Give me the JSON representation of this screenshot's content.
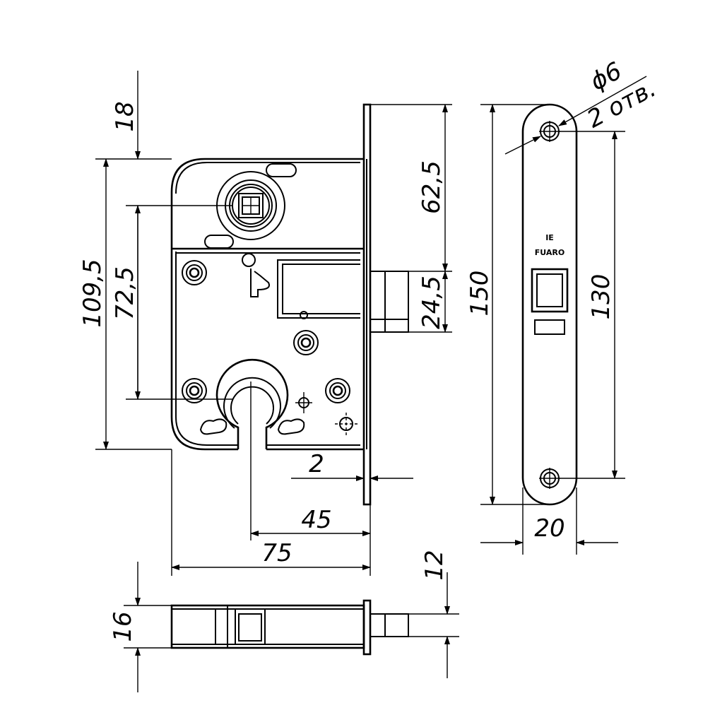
{
  "colors": {
    "line": "#000000",
    "background": "#ffffff"
  },
  "logo": {
    "mark": "IE",
    "brand": "FUARO"
  },
  "dimensions": {
    "top_offset": "18",
    "body_height": "109,5",
    "backset_vertical": "72,5",
    "faceplate_upper": "62,5",
    "latch_height": "24,5",
    "faceplate_length": "150",
    "faceplate_holes_spacing": "130",
    "faceplate_width": "20",
    "hole_diameter": "ϕ6",
    "hole_count": "2 отв.",
    "faceplate_thickness": "2",
    "backset": "45",
    "body_width": "75",
    "latch_throw": "12",
    "body_thickness": "16"
  }
}
